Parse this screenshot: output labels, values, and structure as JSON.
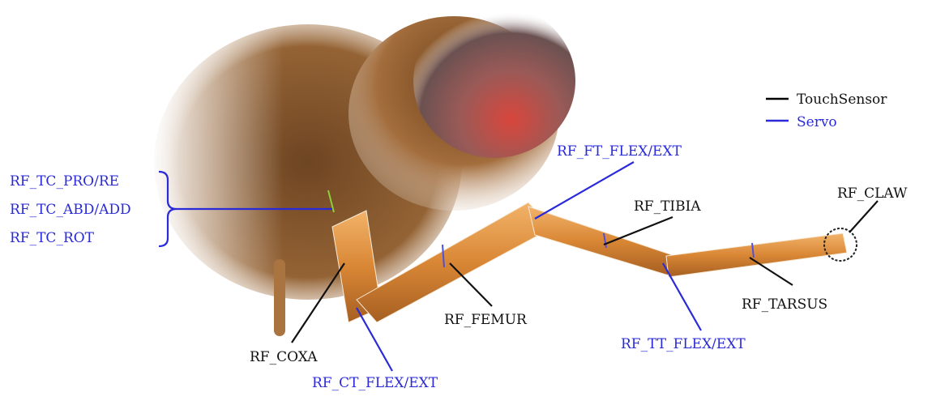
{
  "colors": {
    "touch_sensor": "#000000",
    "servo": "#2a2ad8",
    "leg_segment": "#d9893d",
    "body": "#7a4a1f",
    "eye_red": "#c2403a"
  },
  "legend": {
    "touch_sensor": "TouchSensor",
    "servo": "Servo"
  },
  "servo_labels": {
    "tc_pro_re": "RF_TC_PRO/RE",
    "tc_abd_add": "RF_TC_ABD/ADD",
    "tc_rot": "RF_TC_ROT",
    "ft_flex_ext": "RF_FT_FLEX/EXT",
    "ct_flex_ext": "RF_CT_FLEX/EXT",
    "tt_flex_ext": "RF_TT_FLEX/EXT"
  },
  "sensor_labels": {
    "coxa": "RF_COXA",
    "femur": "RF_FEMUR",
    "tibia": "RF_TIBIA",
    "tarsus": "RF_TARSUS",
    "claw": "RF_CLAW"
  }
}
